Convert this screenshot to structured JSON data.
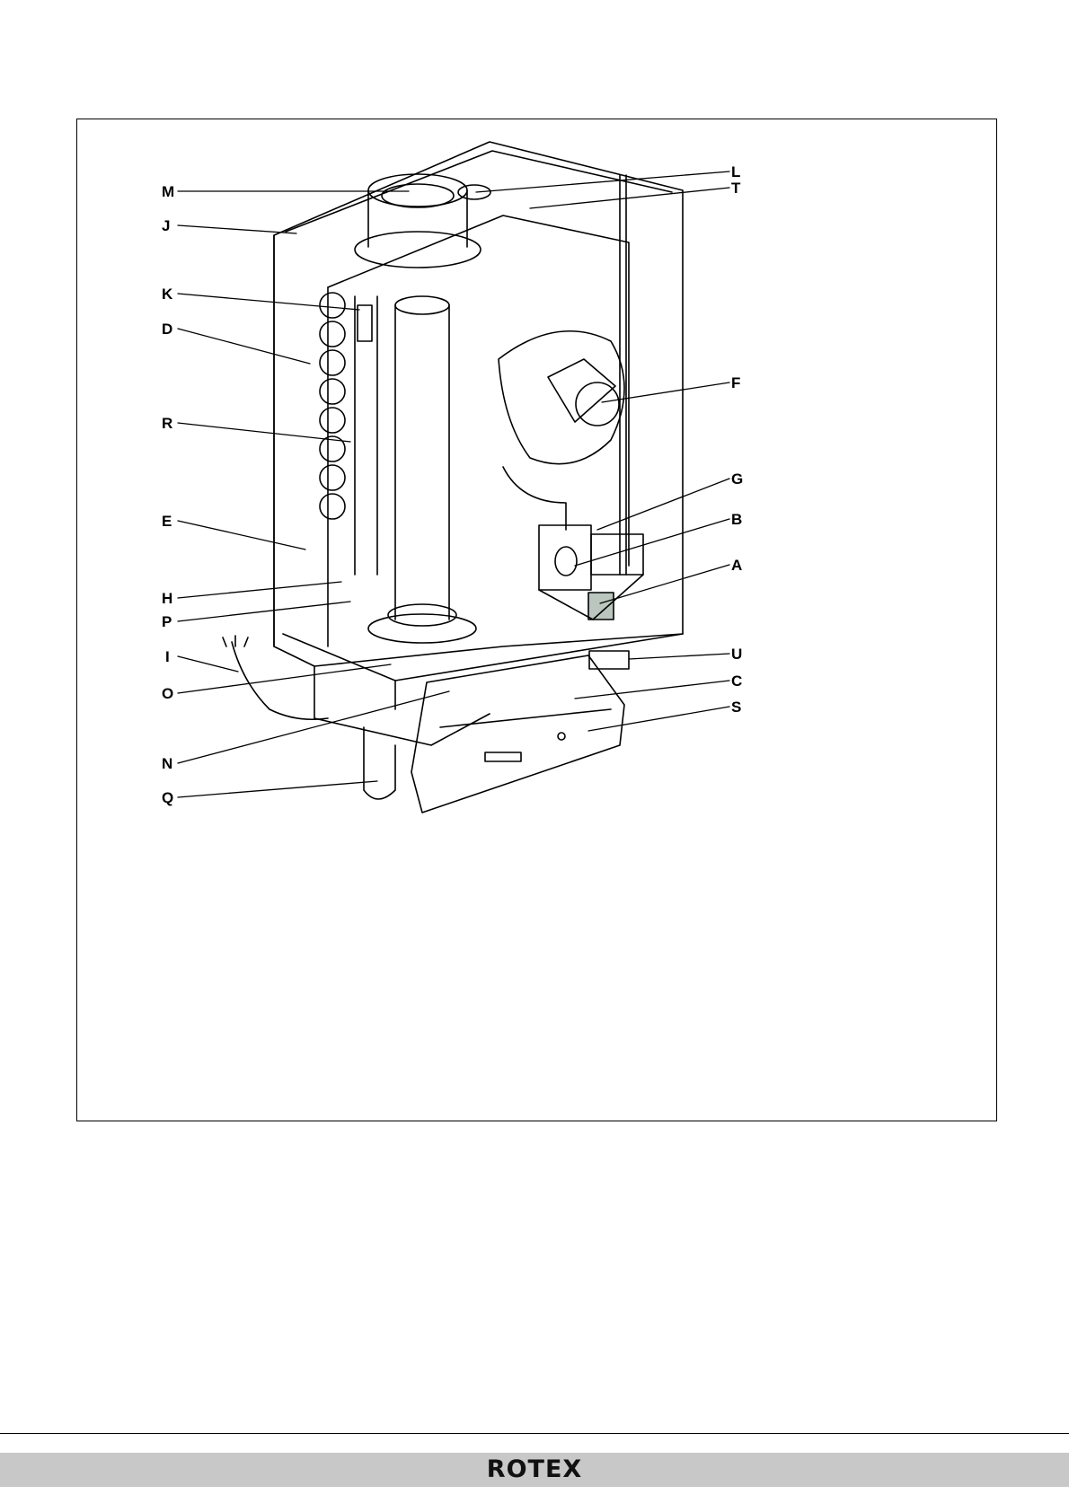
{
  "brand": "ROTEX",
  "callouts": {
    "left": [
      "M",
      "J",
      "K",
      "D",
      "R",
      "E",
      "H",
      "P",
      "I",
      "O",
      "N",
      "Q"
    ],
    "right": [
      "L",
      "T",
      "F",
      "G",
      "B",
      "A",
      "U",
      "C",
      "S"
    ]
  }
}
